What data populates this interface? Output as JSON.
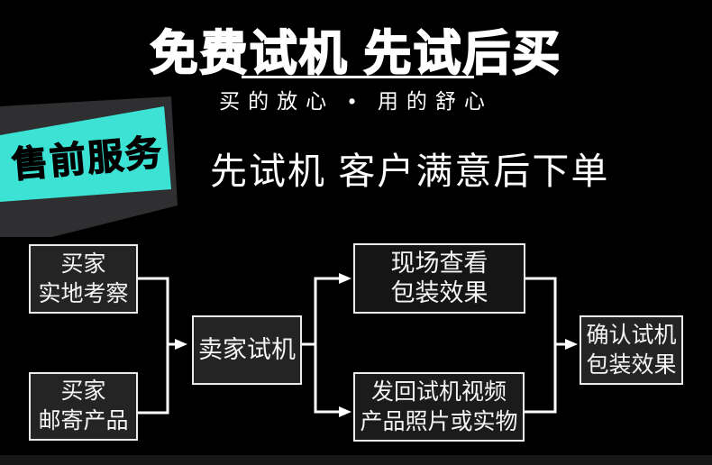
{
  "header": {
    "title": "免费试机 先试后买",
    "subtitle": "买的放心 • 用的舒心",
    "ribbon_label": "售前服务",
    "headline": "先试机 客户满意后下单"
  },
  "colors": {
    "background": "#000000",
    "accent_cyan": "#3ce3d5",
    "ribbon_shadow_gray": "#2f2f32",
    "text_white": "#ffffff",
    "box_border": "#ececec",
    "box_background": "#242424",
    "connector": "#ffffff"
  },
  "flowchart": {
    "nodes": [
      {
        "id": "buyer-visit",
        "lines": [
          "买家",
          "实地考察"
        ]
      },
      {
        "id": "buyer-mail",
        "lines": [
          "买家",
          "邮寄产品"
        ]
      },
      {
        "id": "seller-test",
        "lines": [
          "卖家试机"
        ]
      },
      {
        "id": "onsite-view",
        "lines": [
          "现场查看",
          "包装效果"
        ]
      },
      {
        "id": "send-back",
        "lines": [
          "发回试机视频",
          "产品照片或实物"
        ]
      },
      {
        "id": "confirm",
        "lines": [
          "确认试机",
          "包装效果"
        ]
      }
    ]
  }
}
